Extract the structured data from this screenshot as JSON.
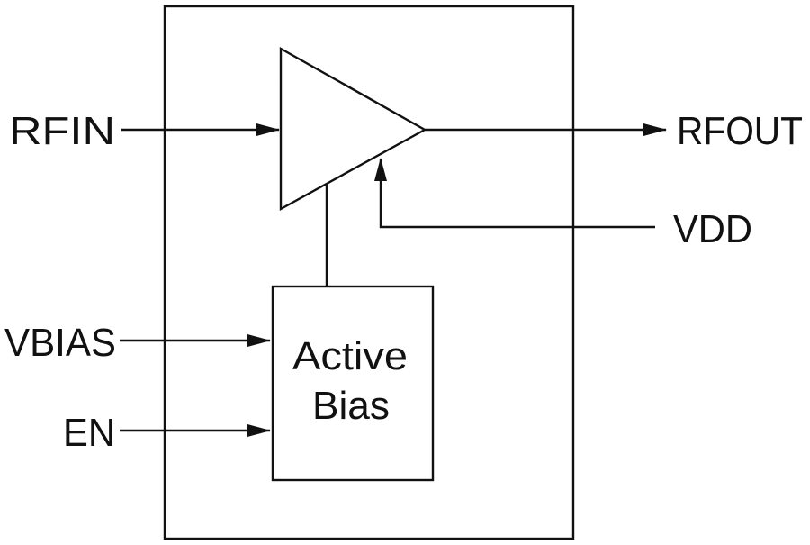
{
  "diagram": {
    "pins": {
      "rfin": "RFIN",
      "rfout": "RFOUT",
      "vdd": "VDD",
      "vbias": "VBIAS",
      "en": "EN"
    },
    "bias_block": {
      "line1": "Active",
      "line2": "Bias"
    },
    "colors": {
      "stroke": "#111111",
      "background": "#ffffff"
    }
  }
}
